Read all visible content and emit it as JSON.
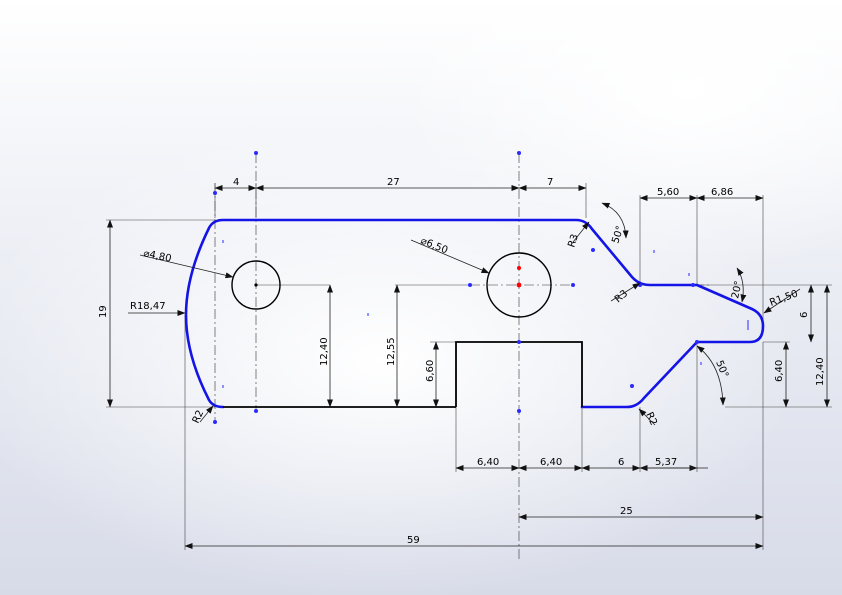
{
  "colors": {
    "sketch_line": "#1414e6",
    "fixed_geometry": "#000000",
    "dimension": "#222222",
    "origin_point": "#ff0000",
    "sketch_point": "#2a2aff"
  },
  "dimensions": {
    "d_4": "4",
    "d_27": "27",
    "d_7": "7",
    "d_5_60": "5,60",
    "d_6_86": "6,86",
    "d_19": "19",
    "dia_4_80": "⌀4,80",
    "dia_6_50": "⌀6,50",
    "r_18_47": "R18,47",
    "r_3_top": "R3",
    "a_50_top": "50°",
    "r_3_mid": "R3",
    "a_20": "20°",
    "r_1_50": "R1,50",
    "d_6_right": "6",
    "d_12_40_left": "12,40",
    "d_12_55": "12,55",
    "d_6_60": "6,60",
    "d_6_40_right": "6,40",
    "d_12_40_right": "12,40",
    "a_50_bottom": "50°",
    "r_2_left": "R2",
    "r_2_right": "R2",
    "d_6_40_a": "6,40",
    "d_6_40_b": "6,40",
    "d_6": "6",
    "d_5_37": "5,37",
    "d_25": "25",
    "d_59": "59"
  }
}
